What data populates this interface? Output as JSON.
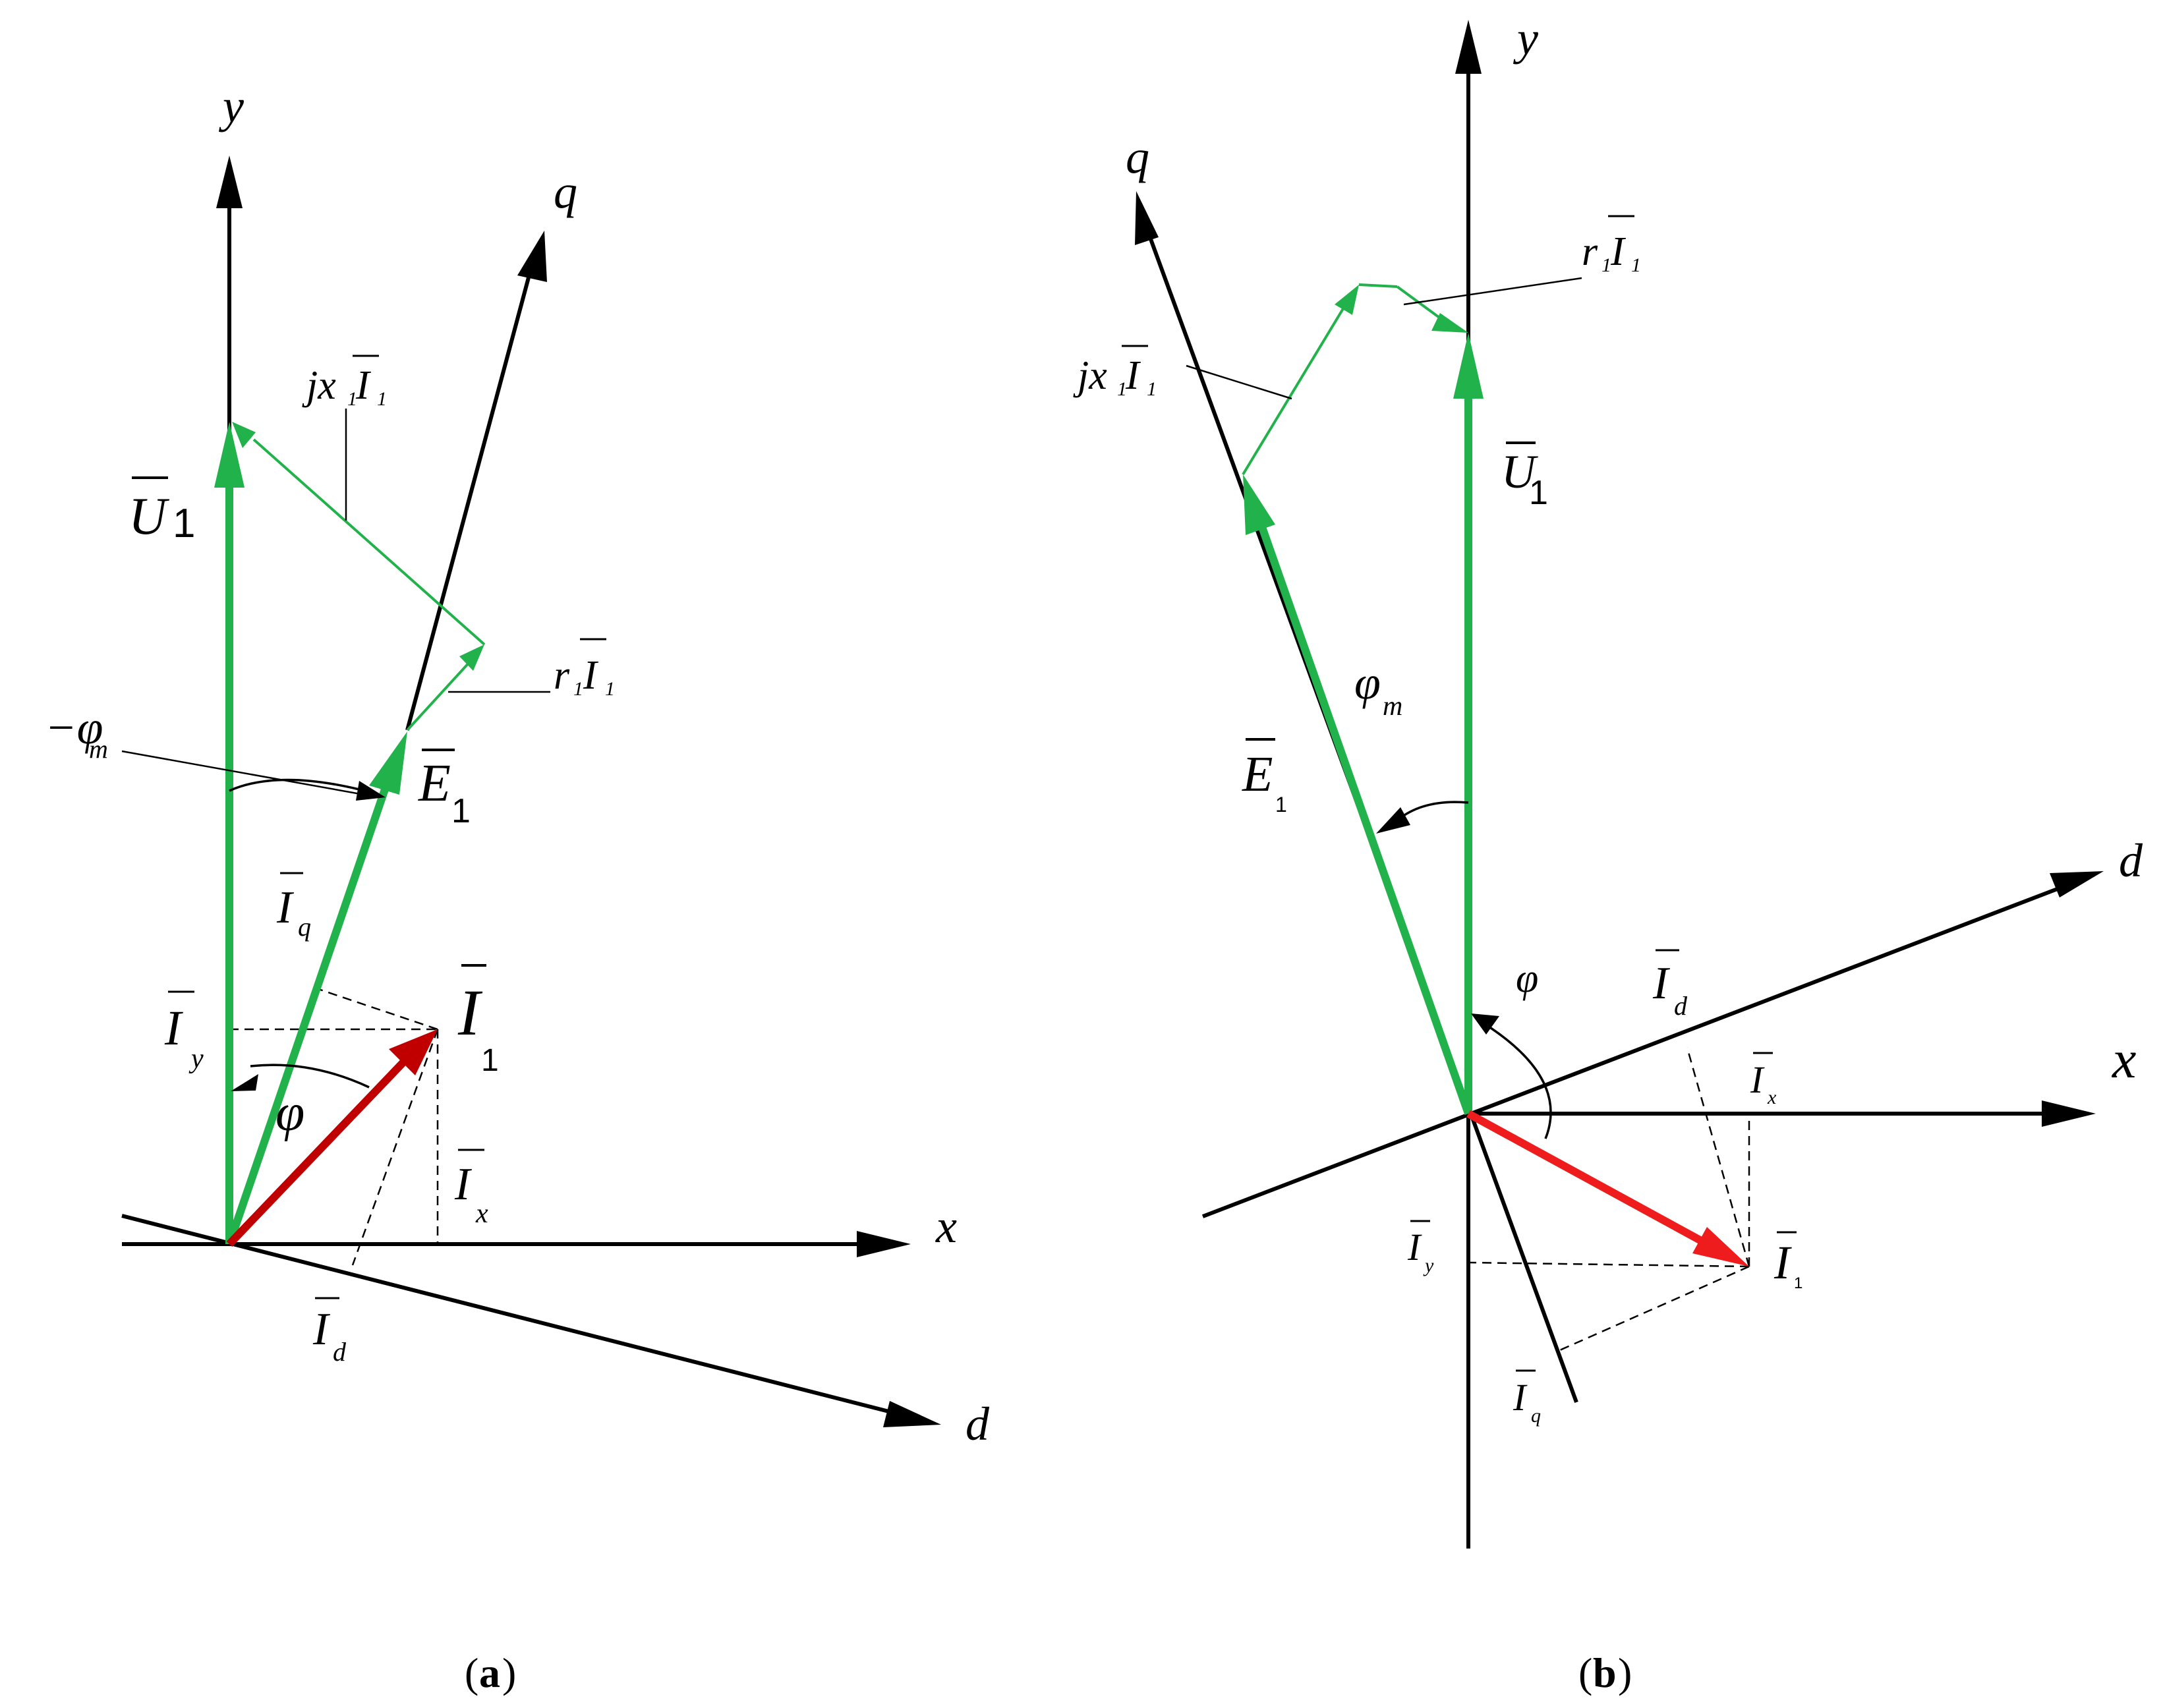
{
  "panel_a": {
    "caption_open": "(",
    "caption_letter": "a",
    "caption_close": ")",
    "labels": {
      "y": "y",
      "x": "x",
      "q": "q",
      "d": "d",
      "U1_main": "U",
      "U1_sub": "1",
      "E1_main": "E",
      "E1_sub": "1",
      "I1_main": "I",
      "I1_sub": "1",
      "jx_pre": "jx",
      "jx_sub1": "1",
      "jx_main": "I",
      "jx_sub2": "1",
      "r_pre": "r",
      "r_sub1": "1",
      "r_main": "I",
      "r_sub2": "1",
      "phim_pre": "−φ",
      "phim_sub": "m",
      "phi": "φ",
      "Iq_main": "I",
      "Iq_sub": "q",
      "Iy_main": "I",
      "Iy_sub": "y",
      "Ix_main": "I",
      "Ix_sub": "x",
      "Id_main": "I",
      "Id_sub": "d"
    }
  },
  "panel_b": {
    "caption_open": "(",
    "caption_letter": "b",
    "caption_close": ")",
    "labels": {
      "y": "y",
      "x": "x",
      "q": "q",
      "d": "d",
      "U1_main": "U",
      "U1_sub": "1",
      "E1_main": "E",
      "E1_sub": "1",
      "I1_main": "I",
      "I1_sub": "1",
      "jx_pre": "jx",
      "jx_sub1": "1",
      "jx_main": "I",
      "jx_sub2": "1",
      "r_pre": "r",
      "r_sub1": "1",
      "r_main": "I",
      "r_sub2": "1",
      "phim_pre": "φ",
      "phim_sub": "m",
      "phi": "φ",
      "Id_main": "I",
      "Id_sub": "d",
      "Ix_main": "I",
      "Ix_sub": "x",
      "Iy_main": "I",
      "Iy_sub": "y",
      "Iq_main": "I",
      "Iq_sub": "q"
    }
  },
  "colors": {
    "voltage_green": "#21b24b",
    "current_red_a": "#c00000",
    "current_red_b": "#ee1c1c",
    "axis_black": "#000000"
  }
}
